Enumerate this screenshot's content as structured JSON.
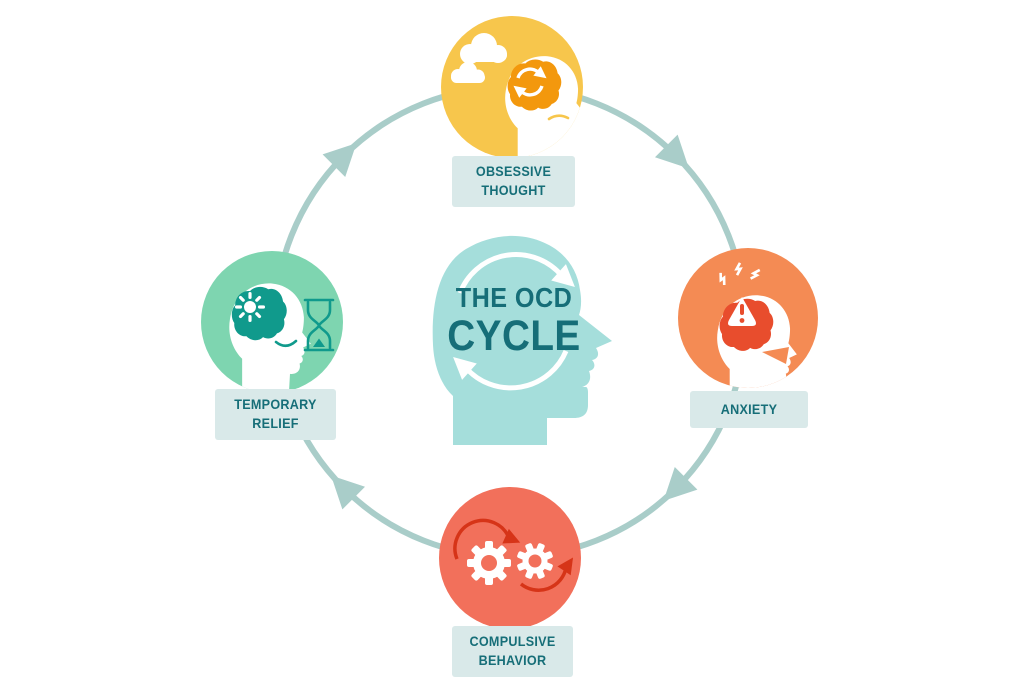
{
  "colors": {
    "background": "#FFFFFF",
    "ring": "#A9CDC9",
    "node_yellow": "#F7C64C",
    "brain_orange": "#F3980D",
    "node_orange": "#F48B54",
    "brain_red": "#E84D2D",
    "node_coral": "#F2705B",
    "arrow_red": "#D63418",
    "node_green": "#7ED5B0",
    "brain_teal": "#109A8C",
    "center_head": "#A5DEDB",
    "text_teal": "#166E78",
    "label_bg": "#D9E9E9",
    "white": "#FFFFFF"
  },
  "center": {
    "title_line1": "THE OCD",
    "title_line2": "CYCLE",
    "icon": "head-profile-with-cycle-arrows"
  },
  "nodes": {
    "top": {
      "id": "obsessive-thought",
      "label_line1": "OBSESSIVE",
      "label_line2": "THOUGHT",
      "icon": "head-with-cycling-thoughts-and-clouds-icon"
    },
    "right": {
      "id": "anxiety",
      "label_line1": "ANXIETY",
      "label_line2": "",
      "icon": "head-with-warning-triangle-and-lightning-icon"
    },
    "bottom": {
      "id": "compulsive-behavior",
      "label_line1": "COMPULSIVE",
      "label_line2": "BEHAVIOR",
      "icon": "rotating-gears-icon"
    },
    "left": {
      "id": "temporary-relief",
      "label_line1": "TEMPORARY",
      "label_line2": "RELIEF",
      "icon": "head-with-sun-and-hourglass-icon"
    }
  }
}
